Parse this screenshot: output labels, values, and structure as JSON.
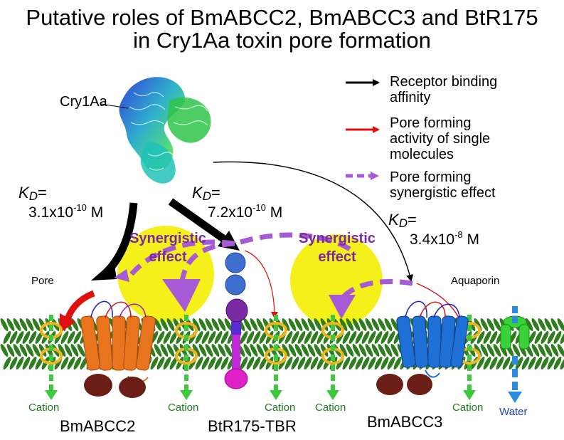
{
  "title": {
    "line1": "Putative roles of BmABCC2, BmABCC3 and BtR175",
    "line2": "in Cry1Aa toxin pore formation"
  },
  "toxin_label": "Cry1Aa",
  "legend": {
    "items": [
      {
        "text": "Receptor binding\naffinity",
        "color": "#000000",
        "style": "solid"
      },
      {
        "text": "Pore forming\nactivity of single\nmolecules",
        "color": "#e01010",
        "style": "solid"
      },
      {
        "text": "Pore forming\nsynergistic effect",
        "color": "#a65ad6",
        "style": "dashed"
      }
    ]
  },
  "kd_values": [
    {
      "symbol": "K",
      "sub": "D",
      "eq": "=",
      "mantissa": "3.1x10",
      "exp": "-10",
      "unit": " M"
    },
    {
      "symbol": "K",
      "sub": "D",
      "eq": "=",
      "mantissa": "7.2x10",
      "exp": "-10",
      "unit": " M"
    },
    {
      "symbol": "K",
      "sub": "D",
      "eq": "=",
      "mantissa": "3.4x10",
      "exp": "-8",
      "unit": " M"
    }
  ],
  "synergy_labels": [
    {
      "line1": "Synergistic",
      "line2": "effect"
    },
    {
      "line1": "Synergistic",
      "line2": "effect"
    }
  ],
  "membrane_labels": {
    "pore": "Pore",
    "aquaporin": "Aquaporin",
    "cation": "Cation",
    "water": "Water"
  },
  "receptors": [
    "BmABCC2",
    "BtR175-TBR",
    "BmABCC3"
  ],
  "colors": {
    "synergy_circle": "#f5ef1a",
    "synergy_arrow": "#a65ad6",
    "pore_activity": "#e01010",
    "membrane": "#2e7d1e",
    "pore_ring": "#f0b420",
    "bmabcc2": "#e8741e",
    "bmabcc3": "#1e6fd6",
    "btr175": "#3e6fcf",
    "aquaporin": "#39d339",
    "nbd": "#6b1e16"
  }
}
